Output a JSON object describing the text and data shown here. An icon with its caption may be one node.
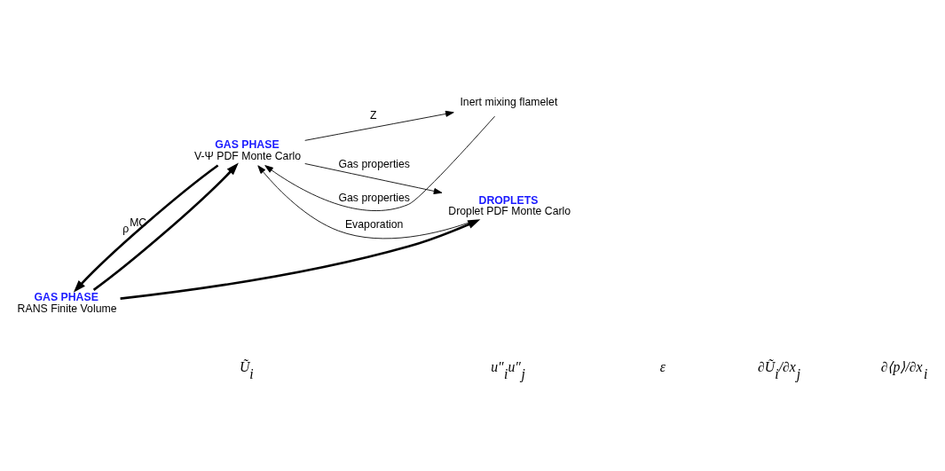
{
  "diagram": {
    "nodes": [
      {
        "text": [
          "GAS PHASE",
          "RANS Finite Volume"
        ]
      },
      {
        "text": [
          "GAS PHASE",
          "V-Ψ PDF Monte Carlo"
        ]
      },
      {
        "text": [
          "Inert mixing flamelet"
        ]
      },
      {
        "text": [
          "DROPLETS",
          "Droplet PDF Monte Carlo"
        ]
      }
    ],
    "edges": [
      {
        "from": 1,
        "to": 0,
        "arrow": "to",
        "label": "ρ$^{MC}$",
        "style": "thick"
      },
      {
        "from": 0,
        "to": 1,
        "arrow": "to",
        "style": "thick"
      },
      {
        "from": 0,
        "to": 3,
        "arrow": "to",
        "style": "thick"
      },
      {
        "from": 1,
        "to": 2,
        "arrow": "to",
        "label": "Z"
      },
      {
        "from": 2,
        "to": 1,
        "arrow": "to",
        "label": "Gas properties"
      },
      {
        "from": 1,
        "to": 3,
        "arrow": "to",
        "label": "Gas properties"
      },
      {
        "from": 3,
        "to": 1,
        "arrow": "to",
        "label": "Evaporation"
      }
    ],
    "labels": [
      "Ũ$_{i}$",
      "u″$_{i}$u″$_{j}$",
      "ε",
      "∂Ũ$_{i}$/∂x$_{j}$",
      "∂⟨p⟩/∂x$_{i}$"
    ]
  }
}
